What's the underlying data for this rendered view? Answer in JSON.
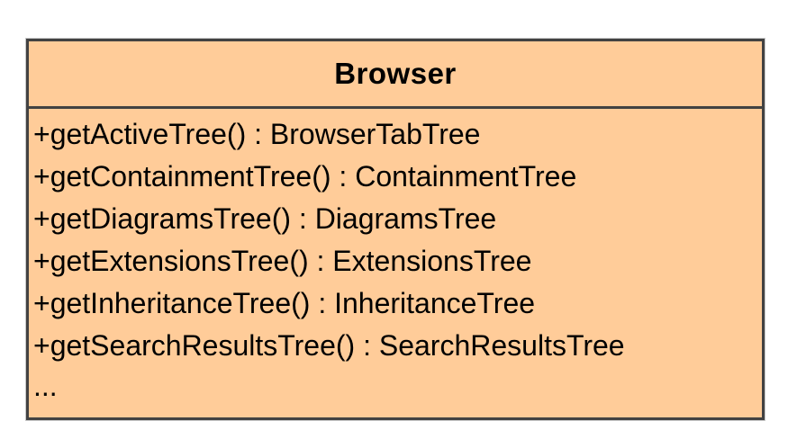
{
  "diagram": {
    "type": "uml-class-diagram",
    "class": {
      "name": "Browser",
      "operations": [
        "+getActiveTree() : BrowserTabTree",
        "+getContainmentTree() : ContainmentTree",
        "+getDiagramsTree() : DiagramsTree",
        "+getExtensionsTree() : ExtensionsTree",
        "+getInheritanceTree() : InheritanceTree",
        "+getSearchResultsTree() : SearchResultsTree"
      ],
      "ellipsis": "..."
    },
    "colors": {
      "fill": "#FFCC99",
      "border": "#424242",
      "text": "#000000",
      "page_background": "#FFFFFF"
    }
  }
}
